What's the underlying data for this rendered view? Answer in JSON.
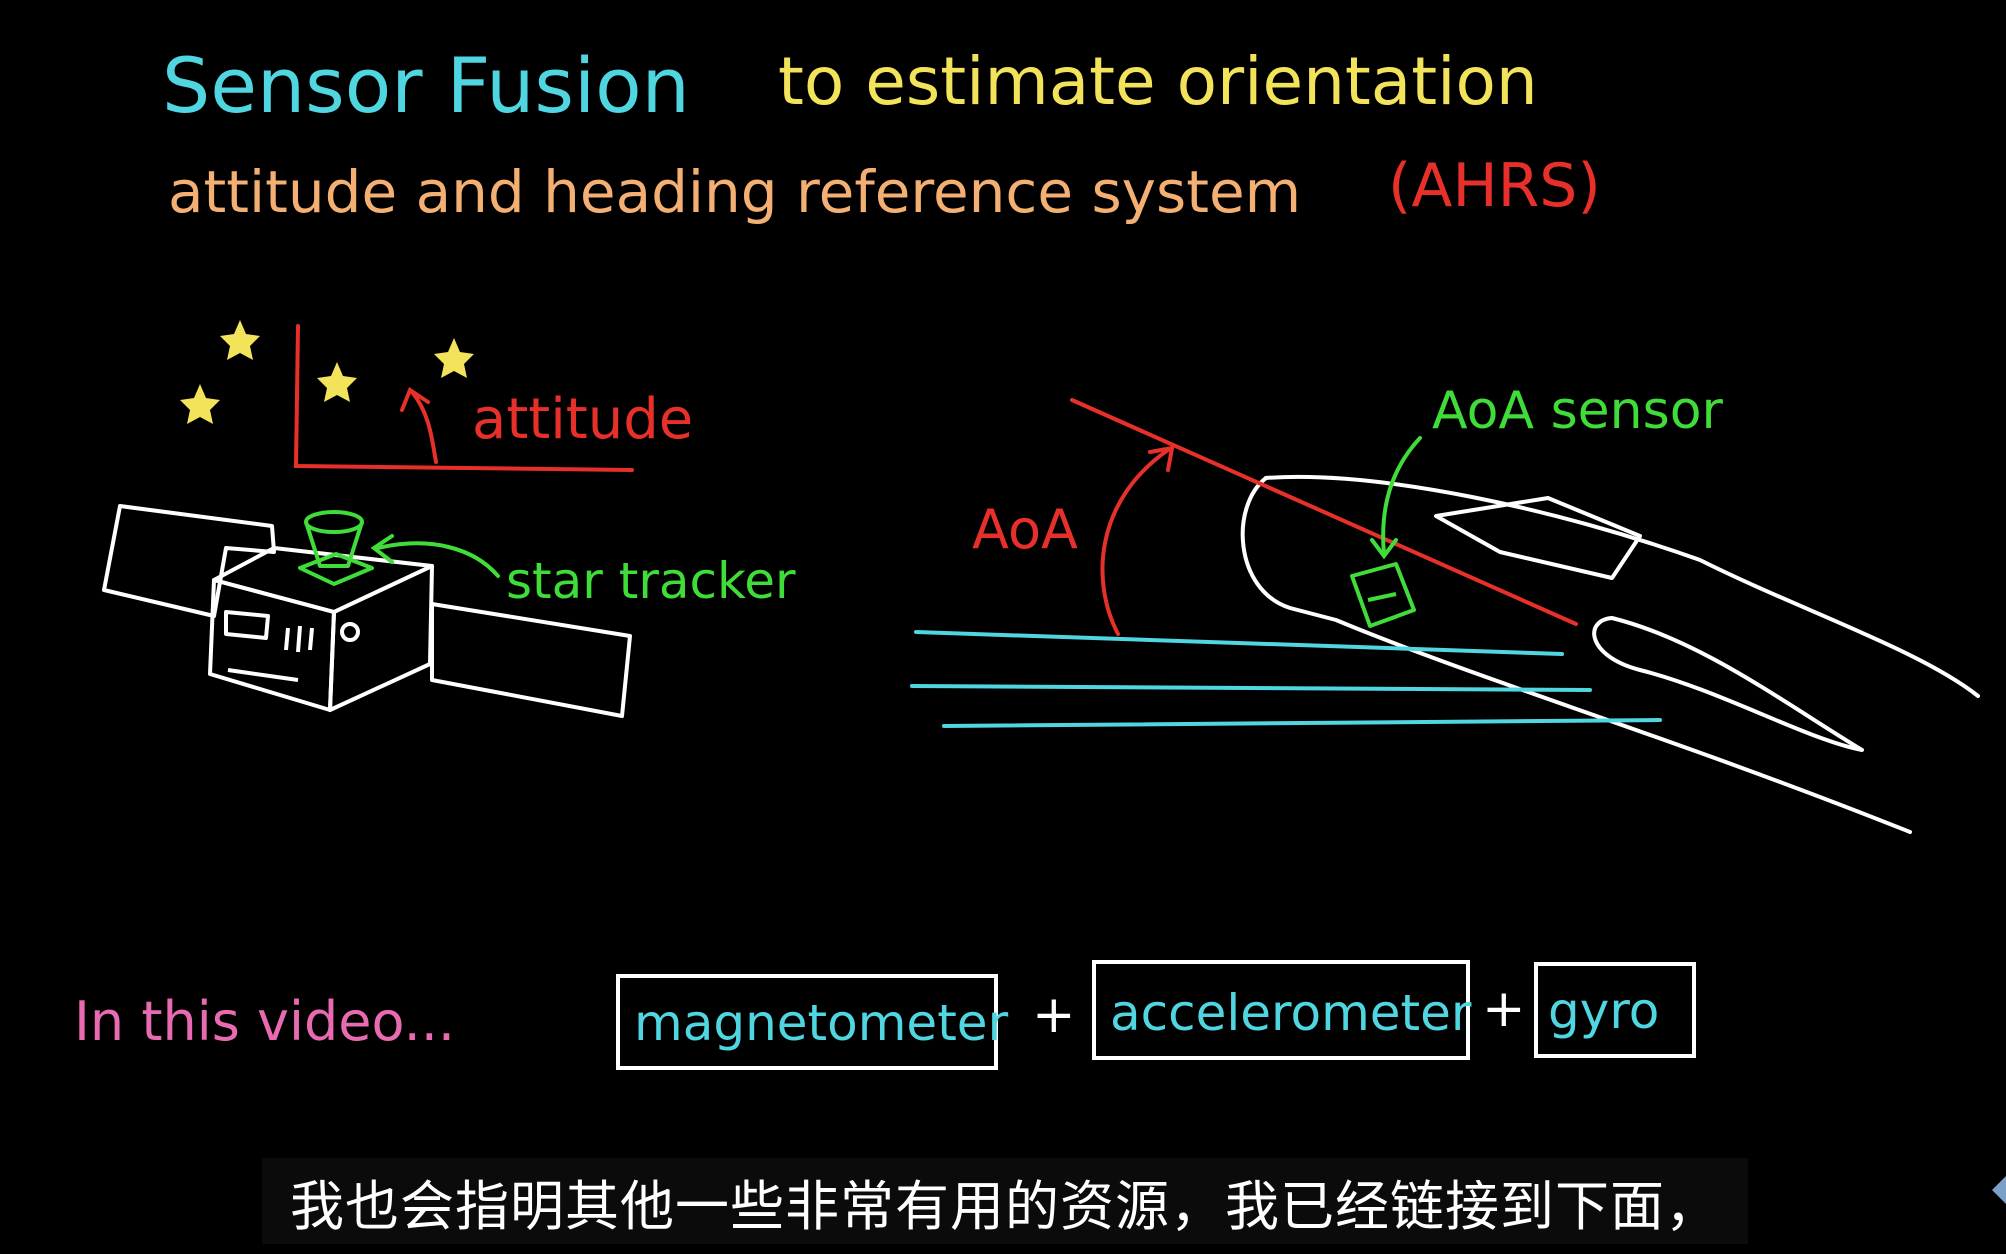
{
  "heading": {
    "sensor_fusion": "Sensor Fusion",
    "to_estimate_orientation": "to estimate orientation",
    "ahrs_words": "attitude and heading reference system",
    "ahrs_acronym": "(AHRS)"
  },
  "satellite": {
    "attitude_label": "attitude",
    "star_tracker_label": "star tracker"
  },
  "aircraft": {
    "aoa_label": "AoA",
    "aoa_sensor_label": "AoA sensor"
  },
  "bottom": {
    "intro": "In this video...",
    "sensors": [
      "magnetometer",
      "accelerometer",
      "gyro"
    ],
    "plus": "+"
  },
  "subtitle": "我也会指明其他一些非常有用的资源，我已经链接到下面，",
  "colors": {
    "cyan": "#4fd6e0",
    "yellow": "#f2e35a",
    "orange": "#f4b072",
    "red": "#e8302a",
    "green": "#3fdc3a",
    "pink": "#e86ab0",
    "white": "#ffffff"
  }
}
